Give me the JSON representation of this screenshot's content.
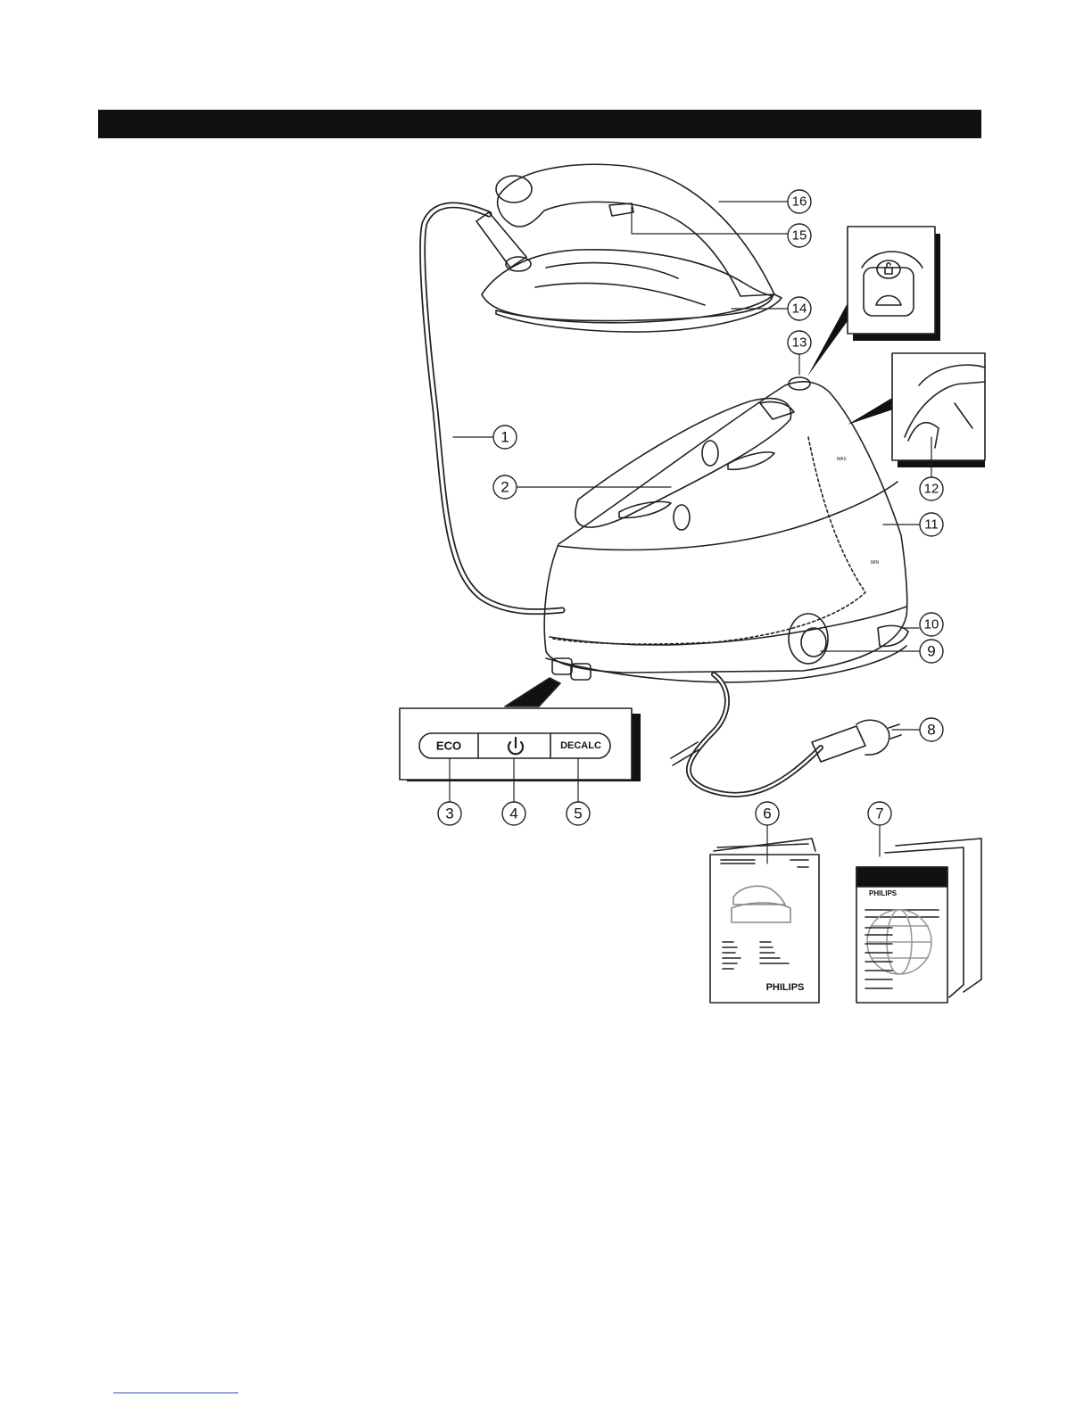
{
  "colors": {
    "header_bar": "#111111",
    "line": "#222222",
    "footer_line": "#3a4fb0"
  },
  "control_panel": {
    "eco_label": "ECO",
    "power_icon": "power-icon",
    "decalc_label": "DECALC"
  },
  "booklets": {
    "manual_brand": "PHILIPS",
    "leaflet_brand": "PHILIPS"
  },
  "callouts": [
    "1",
    "2",
    "3",
    "4",
    "5",
    "6",
    "7",
    "8",
    "9",
    "10",
    "11",
    "12",
    "13",
    "14",
    "15",
    "16"
  ],
  "tank_marks": {
    "max": "MAX",
    "min": "MIN"
  }
}
